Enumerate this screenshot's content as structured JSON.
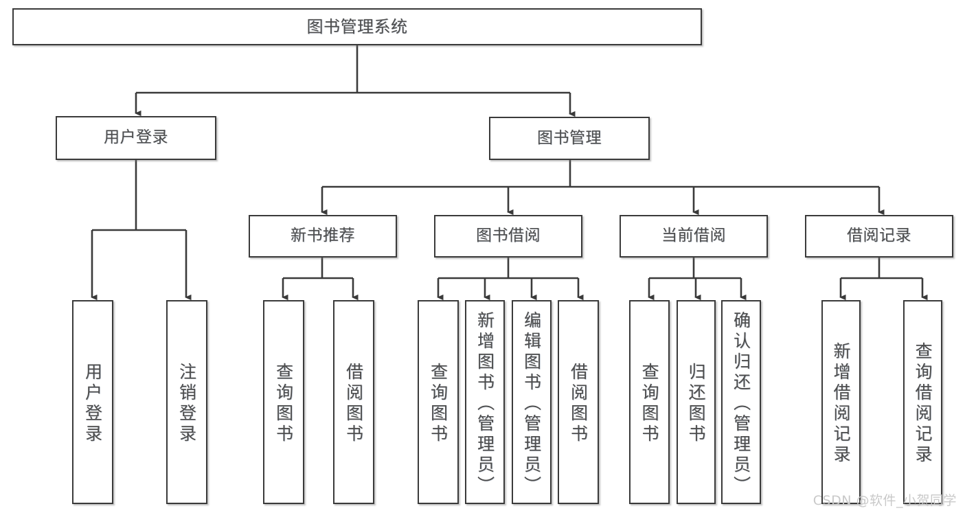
{
  "diagram": {
    "type": "tree",
    "title": "图书管理系统",
    "orientation": "top-down",
    "colors": {
      "background": "#ffffff",
      "box_fill": "#ffffff",
      "box_border": "#3a3a3a",
      "text": "#4d4d4d",
      "connector": "#3a3a3a",
      "watermark": "#c9c9c9"
    }
  },
  "watermark": {
    "text": "CSDN @软件_小贺同学"
  },
  "nodes": {
    "root": {
      "label": "图书管理系统"
    },
    "tier2": [
      {
        "label": "用户登录"
      },
      {
        "label": "图书管理"
      }
    ],
    "tier3": [
      {
        "label": "新书推荐"
      },
      {
        "label": "图书借阅"
      },
      {
        "label": "当前借阅"
      },
      {
        "label": "借阅记录"
      }
    ],
    "leaves_user_login": [
      {
        "label": "用户登录"
      },
      {
        "label": "注销登录"
      }
    ],
    "leaves_new_book": [
      {
        "label": "查询图书"
      },
      {
        "label": "借阅图书"
      }
    ],
    "leaves_borrow": [
      {
        "label": "查询图书"
      },
      {
        "label": "新增图书（管理员）"
      },
      {
        "label": "编辑图书（管理员）"
      },
      {
        "label": "借阅图书"
      }
    ],
    "leaves_current": [
      {
        "label": "查询图书"
      },
      {
        "label": "归还图书"
      },
      {
        "label": "确认归还（管理员）"
      }
    ],
    "leaves_record": [
      {
        "label": "新增借阅记录"
      },
      {
        "label": "查询借阅记录"
      }
    ]
  }
}
